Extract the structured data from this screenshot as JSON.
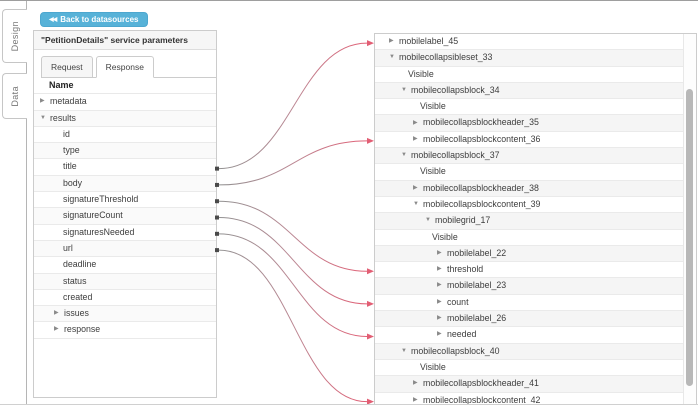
{
  "rail": {
    "tabs": [
      {
        "label": "Design"
      },
      {
        "label": "Data"
      }
    ]
  },
  "toolbar": {
    "back_icon": "◀◀",
    "back_label": "Back to datasources"
  },
  "left_panel": {
    "title": "\"PetitionDetails\" service parameters",
    "tabs": [
      {
        "label": "Request"
      },
      {
        "label": "Response"
      }
    ],
    "active_tab": "Response",
    "table_header": "Name",
    "rows": [
      {
        "label": "metadata",
        "level": 0,
        "state": "collapsed"
      },
      {
        "label": "results",
        "level": 0,
        "state": "expanded"
      },
      {
        "label": "id",
        "level": 1,
        "state": "none"
      },
      {
        "label": "type",
        "level": 1,
        "state": "none"
      },
      {
        "label": "title",
        "level": 1,
        "state": "none"
      },
      {
        "label": "body",
        "level": 1,
        "state": "none"
      },
      {
        "label": "signatureThreshold",
        "level": 1,
        "state": "none"
      },
      {
        "label": "signatureCount",
        "level": 1,
        "state": "none"
      },
      {
        "label": "signaturesNeeded",
        "level": 1,
        "state": "none"
      },
      {
        "label": "url",
        "level": 1,
        "state": "none"
      },
      {
        "label": "deadline",
        "level": 1,
        "state": "none"
      },
      {
        "label": "status",
        "level": 1,
        "state": "none"
      },
      {
        "label": "created",
        "level": 1,
        "state": "none"
      },
      {
        "label": "issues",
        "level": 1,
        "state": "collapsed"
      },
      {
        "label": "response",
        "level": 1,
        "state": "collapsed"
      }
    ]
  },
  "right_panel": {
    "rows": [
      {
        "label": "mobilelabel_45",
        "level": 0,
        "state": "collapsed"
      },
      {
        "label": "mobilecollapsibleset_33",
        "level": 0,
        "state": "expanded"
      },
      {
        "label": "Visible",
        "level": 1,
        "state": "none"
      },
      {
        "label": "mobilecollapsblock_34",
        "level": 1,
        "state": "expanded"
      },
      {
        "label": "Visible",
        "level": 2,
        "state": "none"
      },
      {
        "label": "mobilecollapsblockheader_35",
        "level": 2,
        "state": "collapsed"
      },
      {
        "label": "mobilecollapsblockcontent_36",
        "level": 2,
        "state": "collapsed"
      },
      {
        "label": "mobilecollapsblock_37",
        "level": 1,
        "state": "expanded"
      },
      {
        "label": "Visible",
        "level": 2,
        "state": "none"
      },
      {
        "label": "mobilecollapsblockheader_38",
        "level": 2,
        "state": "collapsed"
      },
      {
        "label": "mobilecollapsblockcontent_39",
        "level": 2,
        "state": "expanded"
      },
      {
        "label": "mobilegrid_17",
        "level": 3,
        "state": "expanded"
      },
      {
        "label": "Visible",
        "level": 3,
        "state": "none"
      },
      {
        "label": "mobilelabel_22",
        "level": 4,
        "state": "collapsed"
      },
      {
        "label": "threshold",
        "level": 4,
        "state": "collapsed"
      },
      {
        "label": "mobilelabel_23",
        "level": 4,
        "state": "collapsed"
      },
      {
        "label": "count",
        "level": 4,
        "state": "collapsed"
      },
      {
        "label": "mobilelabel_26",
        "level": 4,
        "state": "collapsed"
      },
      {
        "label": "needed",
        "level": 4,
        "state": "collapsed"
      },
      {
        "label": "mobilecollapsblock_40",
        "level": 1,
        "state": "expanded"
      },
      {
        "label": "Visible",
        "level": 2,
        "state": "none"
      },
      {
        "label": "mobilecollapsblockheader_41",
        "level": 2,
        "state": "collapsed"
      },
      {
        "label": "mobilecollapsblockcontent_42",
        "level": 2,
        "state": "collapsed"
      }
    ]
  },
  "connections": [
    {
      "from": "title",
      "to": "mobilelabel_45"
    },
    {
      "from": "body",
      "to": "mobilecollapsblockcontent_36"
    },
    {
      "from": "signatureThreshold",
      "to": "threshold"
    },
    {
      "from": "signatureCount",
      "to": "count"
    },
    {
      "from": "signaturesNeeded",
      "to": "needed"
    },
    {
      "from": "url",
      "to": "mobilecollapsblockcontent_42"
    }
  ],
  "colors": {
    "accent_blue": "#57b2d8",
    "wire_gray": "#919191",
    "wire_mid": "#bb8793",
    "wire_pink": "#e25e74",
    "wire_square": "#4a4a4a"
  }
}
